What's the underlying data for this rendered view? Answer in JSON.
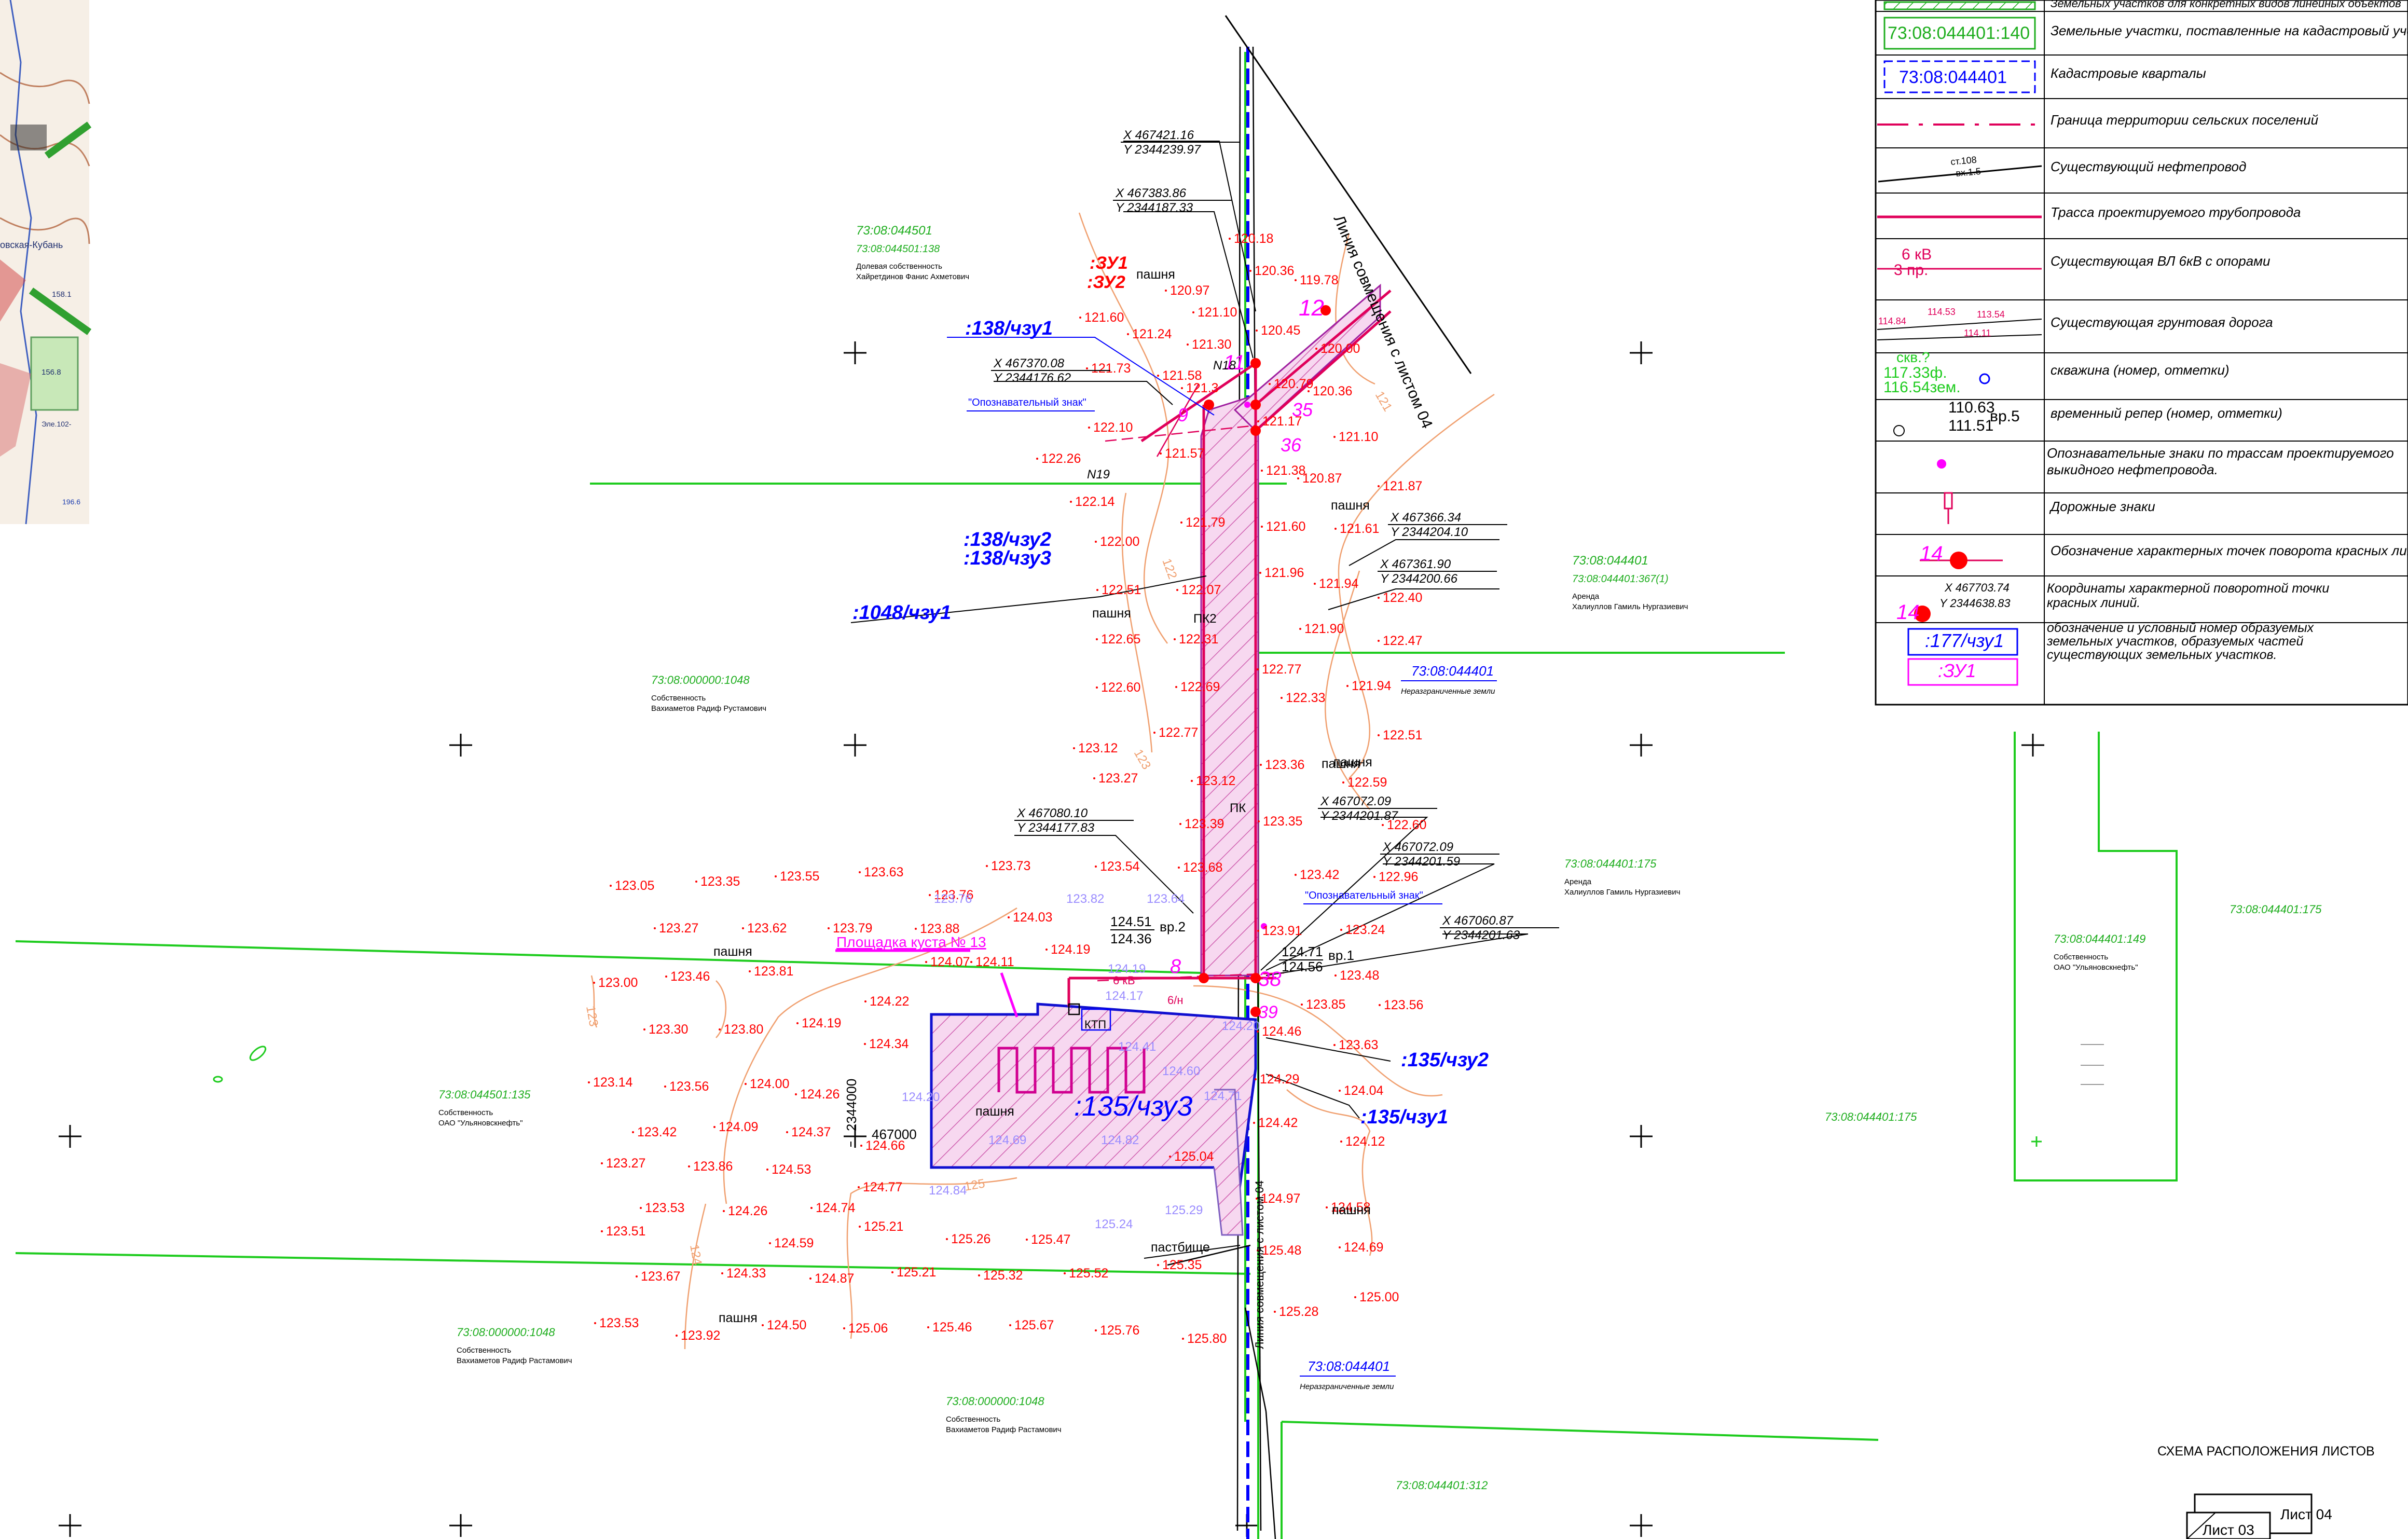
{
  "colors": {
    "elev": "#ff0000",
    "elev_old": "#9a8cff",
    "contour": "#f0a070",
    "boundary": "#1fcc1f",
    "parcel_label": "#1fae1f",
    "quarter": "#0000ff",
    "pipeline": "#e0005a",
    "label_blue": "#0000ff",
    "magenta": "#ff00ff",
    "black": "#000000",
    "hatch": "#e060c0"
  },
  "cadastral_labels": [
    {
      "code": "73:08:044501",
      "sub": "73:08:044501:138",
      "owner1": "Долевая собственность",
      "owner2": "Хайретдинов Фанис Ахметович"
    },
    {
      "code": "",
      "sub": "73:08:000000:1048",
      "owner1": "Собственность",
      "owner2": "Вахиаметов Радиф Рустамович"
    },
    {
      "code": "73:08:044401",
      "sub": "73:08:044401:367(1)",
      "owner1": "Аренда",
      "owner2": "Халиуллов Гамиль Нургазиевич"
    },
    {
      "code": "",
      "sub": "73:08:044401:175",
      "owner1": "Аренда",
      "owner2": "Халиуллов Гамиль Нургазиевич"
    },
    {
      "code": "",
      "sub": "73:08:044501:135",
      "owner1": "Собственность",
      "owner2": "ОАО \"Ульяновскнефть\""
    },
    {
      "code": "",
      "sub": "73:08:000000:1048",
      "owner1": "Собственность",
      "owner2": "Вахиаметов Радиф Растамович"
    },
    {
      "code": "",
      "sub": "73:08:000000:1048",
      "owner1": "Собственность",
      "owner2": "Вахиаметов Радиф Растамович"
    },
    {
      "code": "",
      "sub": "73:08:044401:149",
      "owner1": "Собственность",
      "owner2": "ОАО \"Ульяновскнефть\""
    },
    {
      "code": "",
      "sub": "73:08:044401:175",
      "owner1": "",
      "owner2": ""
    },
    {
      "code": "",
      "sub": "73:08:044401:175",
      "owner1": "",
      "owner2": ""
    },
    {
      "code": "",
      "sub": "73:08:044401:312",
      "owner1": "",
      "owner2": ""
    }
  ],
  "quarter_labels": [
    {
      "code": "73:08:044401",
      "note": "Неразграниченные земли"
    },
    {
      "code": "73:08:044401",
      "note": "Неразграниченные земли"
    }
  ],
  "chzu_labels": [
    ":138/чзу1",
    ":138/чзу2",
    ":138/чзу3",
    ":1048/чзу1",
    ":135/чзу2",
    ":135/чзу1",
    ":135/чзу3"
  ],
  "zu_labels": [
    ":ЗУ1",
    ":ЗУ2"
  ],
  "land_use": [
    "пашня",
    "пашня",
    "пашня",
    "пашня",
    "пашня",
    "пашня",
    "пашня",
    "пашня",
    "пашня",
    "пашня",
    "пастбище"
  ],
  "coords": [
    {
      "x": "X 467421.16",
      "y": "Y 2344239.97"
    },
    {
      "x": "X 467383.86",
      "y": "Y 2344187.33"
    },
    {
      "x": "X 467370.08",
      "y": "Y 2344176.62"
    },
    {
      "x": "X 467366.34",
      "y": "Y 2344204.10"
    },
    {
      "x": "X 467361.90",
      "y": "Y 2344200.66"
    },
    {
      "x": "X 467080.10",
      "y": "Y 2344177.83"
    },
    {
      "x": "X 467072.09",
      "y": "Y 2344201.87"
    },
    {
      "x": "X 467072.09",
      "y": "Y 2344201.59"
    },
    {
      "x": "X 467060.87",
      "y": "Y 2344201.63"
    }
  ],
  "signs": [
    "\"Опознавательный знак\"",
    "\"Опознавательный знак\""
  ],
  "pad_label": "Площадка куста № 13",
  "junction_text": "Линия совмещения с листом 04",
  "junction_text2": "Линия совмещения с листом 04",
  "point_numbers": [
    "12",
    "11",
    "9",
    "35",
    "36",
    "8",
    "38",
    "39",
    "N18",
    "N19"
  ],
  "benchmarks": [
    {
      "top": "124.51",
      "bottom": "124.36",
      "name": "вр.2"
    },
    {
      "top": "124.71",
      "bottom": "124.56",
      "name": "вр.1"
    }
  ],
  "pk_labels": [
    "ПК2",
    "ПК"
  ],
  "grid_values": {
    "x": "467000",
    "y": "2344000"
  },
  "ktp_label": "КТП",
  "elevations": [
    "120.18",
    "120.36",
    "120.97",
    "121.10",
    "119.78",
    "121.60",
    "121.24",
    "121.30",
    "120.45",
    "120.00",
    "121.73",
    "121.58",
    "121.3",
    "120.79",
    "120.36",
    "122.10",
    "121.17",
    "121.10",
    "122.26",
    "121.57",
    "121.38",
    "120.87",
    "121.87",
    "122.14",
    "121.79",
    "121.60",
    "121.61",
    "122.00",
    "121.96",
    "121.94",
    "122.51",
    "122.07",
    "121.90",
    "122.40",
    "122.65",
    "122.31",
    "122.47",
    "122.77",
    "122.60",
    "122.69",
    "121.94",
    "122.33",
    "122.77",
    "122.51",
    "123.12",
    "123.36",
    "123.27",
    "123.12",
    "122.59",
    "123.39",
    "123.35",
    "122.60",
    "123.54",
    "123.68",
    "123.42",
    "122.96",
    "123.05",
    "123.35",
    "123.55",
    "123.63",
    "123.73",
    "124.03",
    "123.76",
    "123.91",
    "123.24",
    "123.27",
    "123.62",
    "123.79",
    "123.88",
    "124.19",
    "124.07",
    "124.11",
    "123.48",
    "123.81",
    "123.00",
    "123.46",
    "124.22",
    "123.85",
    "123.56",
    "123.30",
    "123.80",
    "124.19",
    "124.34",
    "124.46",
    "123.63",
    "123.14",
    "123.56",
    "124.00",
    "124.26",
    "124.29",
    "124.04",
    "123.42",
    "124.09",
    "124.37",
    "124.66",
    "124.42",
    "124.12",
    "123.27",
    "123.86",
    "124.53",
    "125.04",
    "123.53",
    "124.26",
    "124.74",
    "124.77",
    "124.97",
    "124.58",
    "123.51",
    "124.59",
    "125.21",
    "125.26",
    "125.47",
    "125.48",
    "124.69",
    "123.67",
    "124.33",
    "124.87",
    "125.21",
    "125.32",
    "125.52",
    "125.35",
    "125.00",
    "123.53",
    "124.50",
    "125.06",
    "125.46",
    "125.67",
    "125.76",
    "125.80",
    "125.28",
    "123.92"
  ],
  "elevations_old": [
    "123.76",
    "123.82",
    "123.64",
    "124.19",
    "124.17",
    "124.20",
    "124.60",
    "124.71",
    "124.69",
    "124.82",
    "124.84",
    "125.29",
    "125.24",
    "124.41",
    "124.20"
  ],
  "contours": [
    "122",
    "123",
    "125",
    "124",
    "121",
    "123"
  ],
  "vl_labels": [
    "6 кВ",
    "3 пр."
  ],
  "pipeline_label": "6/н",
  "legend": {
    "header": "Земельных участков для конкретных видов линейных объектов",
    "rows": [
      {
        "symbol": "73:08:044401:140",
        "text": "Земельные участки, поставленные на кадастровый учет"
      },
      {
        "symbol": "73:08:044401",
        "text": "Кадастровые кварталы"
      },
      {
        "symbol": "",
        "text": "Граница территории сельских поселений"
      },
      {
        "symbol": "ст.108 / вх.1.5",
        "text": "Существующий нефтепровод"
      },
      {
        "symbol": "",
        "text": "Трасса проектируемого трубопровода"
      },
      {
        "symbol": "6 кВ / 3 пр.",
        "text": "Существующая ВЛ 6кВ с опорами"
      },
      {
        "symbol": "114.84 / 114.53 / 113.54 / 114.11",
        "text": "Существующая грунтовая дорога"
      },
      {
        "symbol": "скв.? / 117.33ф. / 116.54зем.",
        "text": "скважина (номер, отметки)"
      },
      {
        "symbol": "110.63 / 111.51 / вр.5",
        "text": "временный репер (номер, отметки)"
      },
      {
        "symbol": "",
        "text": "Опознавательные знаки по трассам проектируемого выкидного нефтепровода."
      },
      {
        "symbol": "",
        "text": "Дорожные знаки"
      },
      {
        "symbol": "14",
        "text": "Обозначение характерных точек поворота красных линий"
      },
      {
        "symbol": "14 / X 467703.74 / Y 2344638.83",
        "text": "Координаты характерной поворотной точки красных линий."
      },
      {
        "symbol": ":177/чзу1 / :ЗУ1",
        "text": "обозначение и условный номер образуемых земельных участков, образуемых частей существующих земельных участков."
      }
    ]
  },
  "layout_scheme": {
    "title": "СХЕМА РАСПОЛОЖЕНИЯ ЛИСТОВ",
    "sheet_a": "Лист 04",
    "sheet_b": "Лист 03"
  },
  "topo_inset": {
    "labels": [
      "овская-Кубань",
      "158.1",
      "156.8",
      "Эле.102-",
      "196.6"
    ]
  }
}
